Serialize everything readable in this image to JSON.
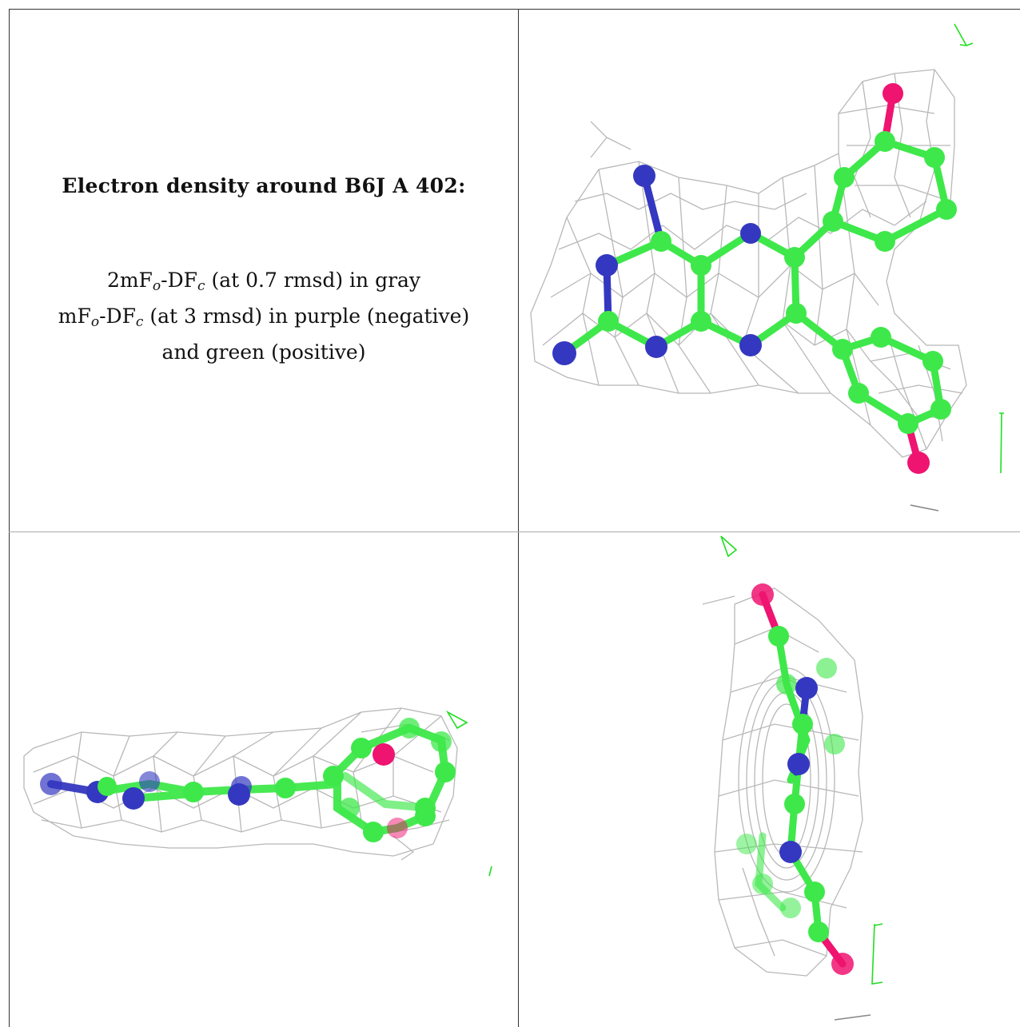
{
  "panel_text": {
    "title": "Electron density around B6J A 402:",
    "line1": {
      "prefix": "2mF",
      "sub1": "o",
      "mid": "-DF",
      "sub2": "c",
      "suffix": " (at 0.7 rmsd) in gray"
    },
    "line2": {
      "prefix": "mF",
      "sub1": "o",
      "mid": "-DF",
      "sub2": "c",
      "suffix": " (at 3 rmsd) in purple (negative)"
    },
    "line3": "and green (positive)"
  },
  "colors": {
    "mesh": "#b8b8b8",
    "carbon": "#3ee84a",
    "nitrogen": "#3438c0",
    "oxygen": "#ee1470",
    "positive_density": "#22dd22",
    "frame": "#333333"
  }
}
